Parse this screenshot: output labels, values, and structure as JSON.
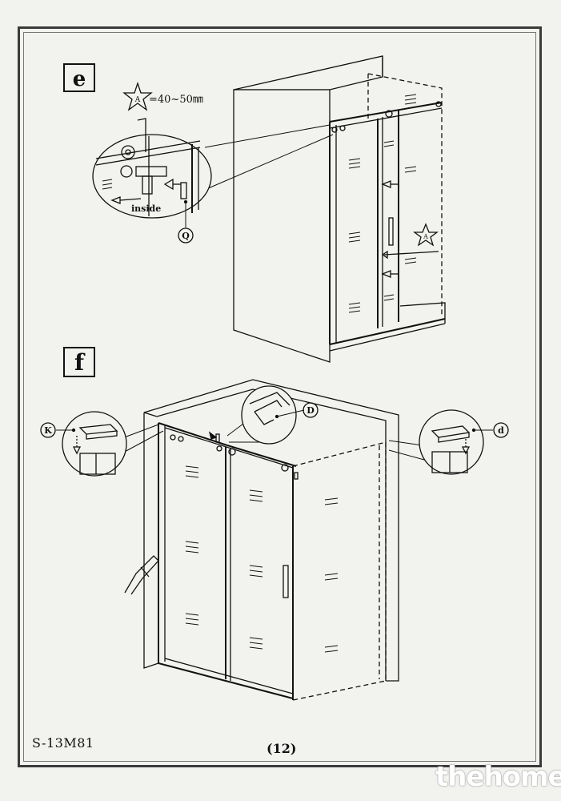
{
  "steps": {
    "e": {
      "label": "e",
      "star_marker": "A",
      "dimension": "=40~50㎜",
      "zoom_text": "inside",
      "callout": "Q"
    },
    "f": {
      "label": "f",
      "callout_left": "K",
      "callout_center": "D",
      "callout_right": "d"
    }
  },
  "footer": {
    "model": "S-13M81",
    "page_number": "(12)"
  },
  "watermark": "thehome",
  "colors": {
    "ink": "#111111",
    "paper": "#f2f2ef"
  }
}
